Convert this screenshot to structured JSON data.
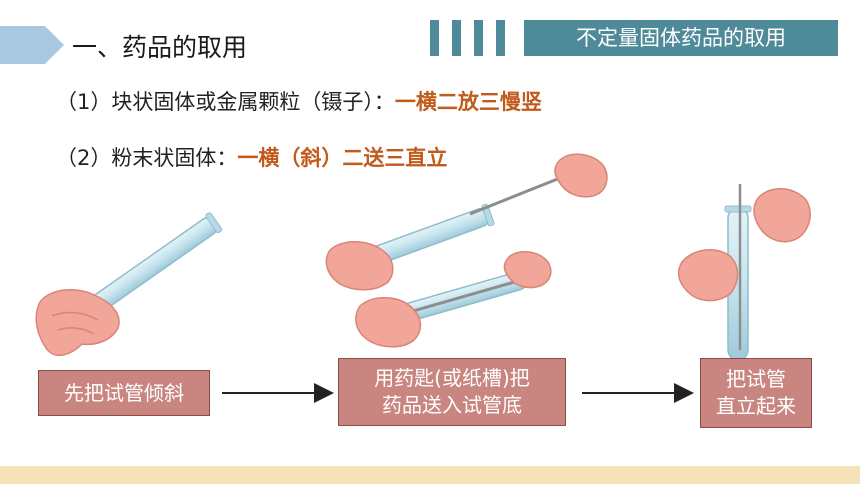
{
  "header": {
    "section_title": "一、药品的取用",
    "topic_label": "不定量固体药品的取用"
  },
  "items": [
    {
      "prefix": "（1）块状固体或金属颗粒（镊子）：",
      "highlight": "一横二放三慢竖"
    },
    {
      "prefix": "（2）粉末状固体：",
      "highlight": "一横（斜）二送三直立"
    }
  ],
  "steps": [
    {
      "lines": [
        "先把试管倾斜"
      ]
    },
    {
      "lines": [
        "用药匙(或纸槽)把",
        "药品送入试管底"
      ]
    },
    {
      "lines": [
        "把试管",
        "直立起来"
      ]
    }
  ],
  "colors": {
    "accent_teal": "#4f8a99",
    "highlight_orange": "#c15a1a",
    "step_box": "#c98680",
    "corner_arrow": "#a8c8e2",
    "footer_band": "#f5e2b8"
  },
  "icons": [
    "corner-arrow-icon",
    "test-tube-tilted-icon",
    "spoon-inserting-icon",
    "test-tube-upright-icon",
    "step-arrow-icon"
  ]
}
